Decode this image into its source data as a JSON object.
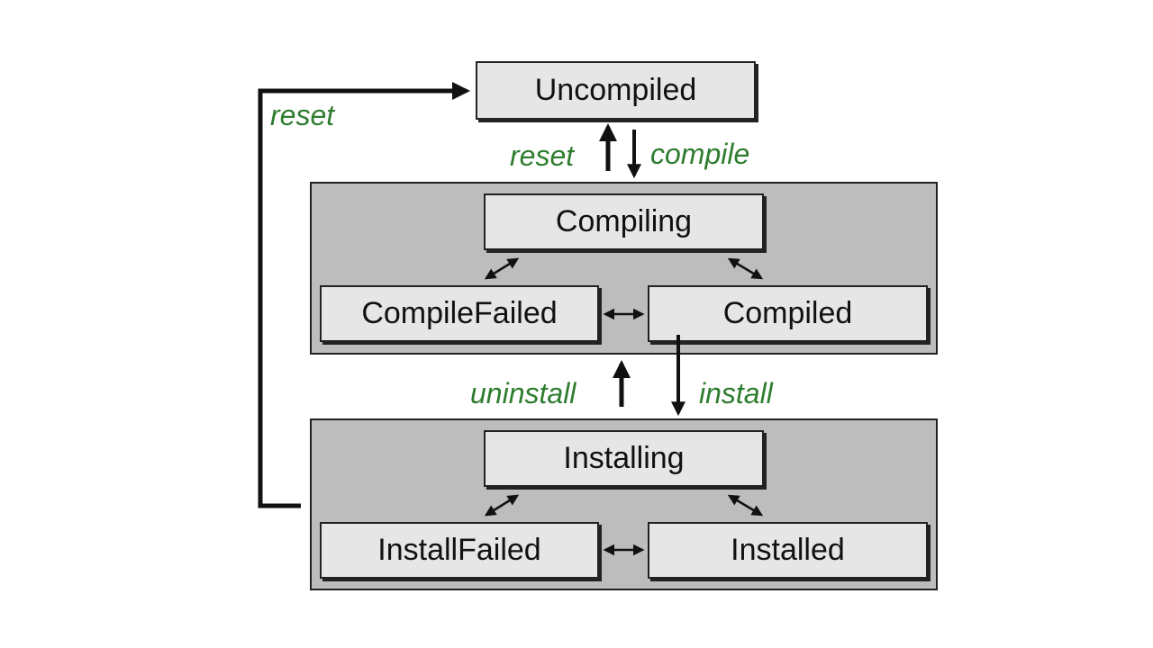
{
  "states": {
    "uncompiled": "Uncompiled",
    "compiling": "Compiling",
    "compile_failed": "CompileFailed",
    "compiled": "Compiled",
    "installing": "Installing",
    "install_failed": "InstallFailed",
    "installed": "Installed"
  },
  "transitions": {
    "reset_outer": "reset",
    "reset_up": "reset",
    "compile": "compile",
    "uninstall": "uninstall",
    "install": "install"
  },
  "colors": {
    "label_green": "#2e7d2e",
    "group_fill": "#bdbdbd",
    "state_fill": "#e6e6e6",
    "stroke": "#222222"
  }
}
